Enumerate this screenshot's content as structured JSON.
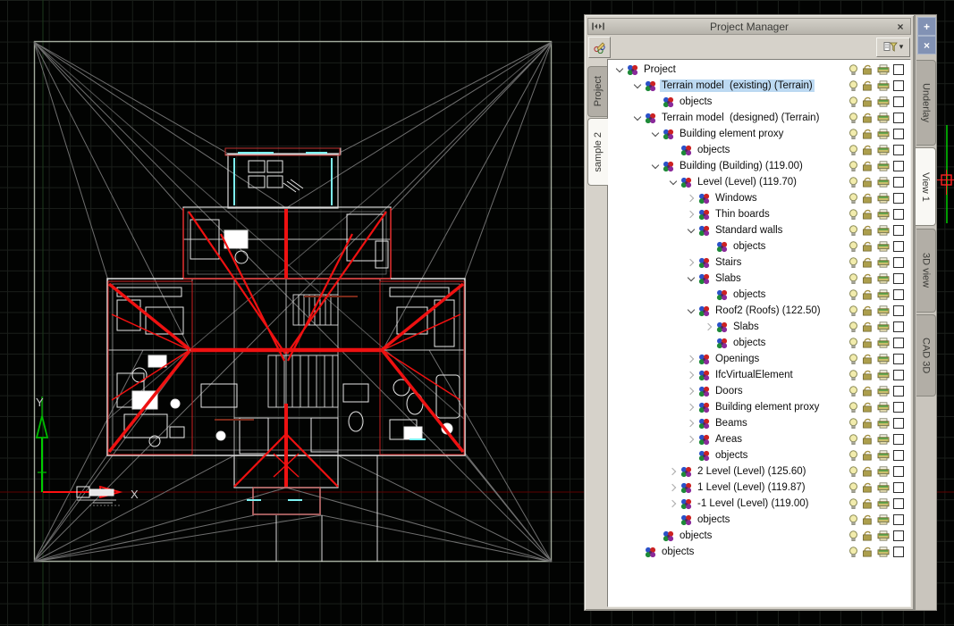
{
  "window": {
    "title": "Project Manager",
    "close_glyph": "×",
    "dock_icon": "pin-dock-icon"
  },
  "toolbar": {
    "brush_icon": "edit-colors-brush-icon",
    "filter_icon": "filter-list-icon",
    "filter_dropdown_glyph": "▾"
  },
  "left_tabs": [
    {
      "label": "Project",
      "active": false
    },
    {
      "label": "sample 2",
      "active": true
    }
  ],
  "right_strip": {
    "add_glyph": "+",
    "close_glyph": "×"
  },
  "right_tabs": [
    {
      "label": "Underlay",
      "active": false
    },
    {
      "label": "View 1",
      "active": true
    },
    {
      "label": "3D view",
      "active": false
    },
    {
      "label": "CAD 3D",
      "active": false
    }
  ],
  "row_controls": {
    "visibility": "on",
    "lock": "unlocked",
    "print": "on",
    "checkbox": "unchecked"
  },
  "tree": {
    "rows": [
      {
        "label": "Project",
        "level": 0,
        "expander": "open"
      },
      {
        "label": "Terrain model  (existing) (Terrain)",
        "level": 1,
        "expander": "open",
        "selected": true
      },
      {
        "label": "objects",
        "level": 2,
        "expander": "none"
      },
      {
        "label": "Terrain model  (designed) (Terrain)",
        "level": 1,
        "expander": "open"
      },
      {
        "label": "Building element proxy",
        "level": 2,
        "expander": "open"
      },
      {
        "label": "objects",
        "level": 3,
        "expander": "none"
      },
      {
        "label": "Building (Building) (119.00)",
        "level": 2,
        "expander": "open"
      },
      {
        "label": "Level (Level) (119.70)",
        "level": 3,
        "expander": "open"
      },
      {
        "label": "Windows",
        "level": 4,
        "expander": "closed"
      },
      {
        "label": "Thin boards",
        "level": 4,
        "expander": "closed"
      },
      {
        "label": "Standard walls",
        "level": 4,
        "expander": "open"
      },
      {
        "label": "objects",
        "level": 5,
        "expander": "none"
      },
      {
        "label": "Stairs",
        "level": 4,
        "expander": "closed"
      },
      {
        "label": "Slabs",
        "level": 4,
        "expander": "open"
      },
      {
        "label": "objects",
        "level": 5,
        "expander": "none"
      },
      {
        "label": "Roof2 (Roofs) (122.50)",
        "level": 4,
        "expander": "open"
      },
      {
        "label": "Slabs",
        "level": 5,
        "expander": "closed"
      },
      {
        "label": "objects",
        "level": 5,
        "expander": "none"
      },
      {
        "label": "Openings",
        "level": 4,
        "expander": "closed"
      },
      {
        "label": "IfcVirtualElement",
        "level": 4,
        "expander": "closed"
      },
      {
        "label": "Doors",
        "level": 4,
        "expander": "closed"
      },
      {
        "label": "Building element proxy",
        "level": 4,
        "expander": "closed"
      },
      {
        "label": "Beams",
        "level": 4,
        "expander": "closed"
      },
      {
        "label": "Areas",
        "level": 4,
        "expander": "closed"
      },
      {
        "label": "objects",
        "level": 4,
        "expander": "none"
      },
      {
        "label": "2 Level (Level) (125.60)",
        "level": 3,
        "expander": "closed"
      },
      {
        "label": "1 Level (Level) (119.87)",
        "level": 3,
        "expander": "closed"
      },
      {
        "label": "-1 Level (Level) (119.00)",
        "level": 3,
        "expander": "closed"
      },
      {
        "label": "objects",
        "level": 3,
        "expander": "none"
      },
      {
        "label": "objects",
        "level": 2,
        "expander": "none"
      },
      {
        "label": "objects",
        "level": 1,
        "expander": "none"
      }
    ]
  },
  "axes": {
    "x_label": "X",
    "y_label": "Y"
  },
  "colors": {
    "roof_red": "#ee1111",
    "axis_green": "#00cc00",
    "axis_red": "#ff1010",
    "cyan_accent": "#7df2f2",
    "selection": "#bcd9f2",
    "panel_bg": "#d6d2ca"
  }
}
